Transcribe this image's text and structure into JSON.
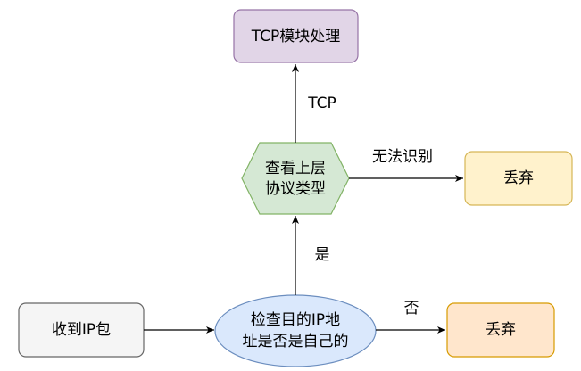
{
  "colors": {
    "tcp_box_fill": "#e1d5e7",
    "tcp_box_stroke": "#9673a6",
    "hexagon_fill": "#d5e8d4",
    "hexagon_stroke": "#82b366",
    "discard_top_fill": "#fff2cc",
    "discard_top_stroke": "#d6b656",
    "discard_bottom_fill": "#ffe6cc",
    "discard_bottom_stroke": "#d79b00",
    "receive_fill": "#f5f5f5",
    "receive_stroke": "#666666",
    "ellipse_fill": "#dae8fc",
    "ellipse_stroke": "#6c8ebf",
    "edge": "#000000"
  },
  "nodes": {
    "tcp_process": "TCP模块处理",
    "check_protocol_line1": "查看上层",
    "check_protocol_line2": "协议类型",
    "discard_top": "丢弃",
    "receive_ip": "收到IP包",
    "check_ip_line1": "检查目的IP地",
    "check_ip_line2": "址是否是自己的",
    "discard_bottom": "丢弃"
  },
  "edges": {
    "tcp_label": "TCP",
    "unrecognized_label": "无法识别",
    "yes_label": "是",
    "no_label": "否"
  }
}
